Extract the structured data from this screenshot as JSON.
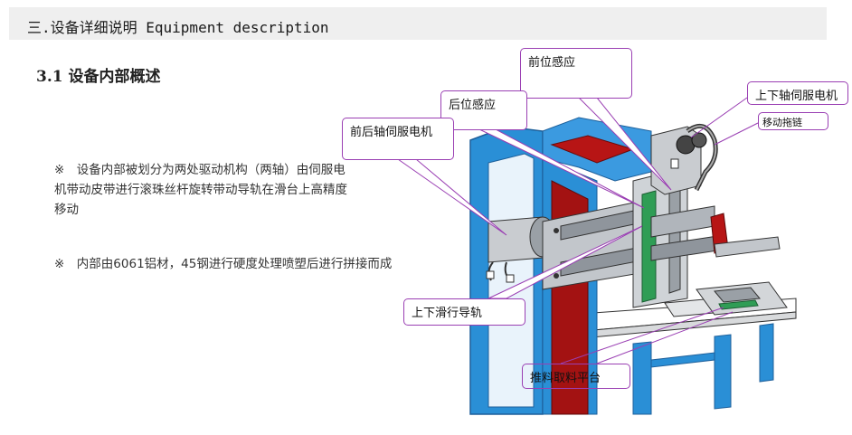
{
  "header": {
    "title": "三.设备详细说明 Equipment description"
  },
  "section": {
    "heading": "3.1 设备内部概述"
  },
  "paragraphs": {
    "p1": "※　设备内部被划分为两处驱动机构（两轴）由伺服电机带动皮带进行滚珠丝杆旋转带动导轨在滑台上高精度移动",
    "p2": "※　内部由6061铝材，45钢进行硬度处理喷塑后进行拼接而成"
  },
  "callouts": {
    "front_sensor": "前位感应",
    "rear_sensor": "后位感应",
    "fb_servo": "前后轴伺服电机",
    "ud_servo": "上下轴伺服电机",
    "drag_chain": "移动拖链",
    "ud_guide": "上下滑行导轨",
    "push_table": "推料取料平台"
  },
  "colors": {
    "frame_blue": "#2a8fd6",
    "frame_dark": "#1d5f9a",
    "panel_red": "#a31212",
    "callout_border": "#9a3fb3",
    "metal": "#b9bec4"
  }
}
